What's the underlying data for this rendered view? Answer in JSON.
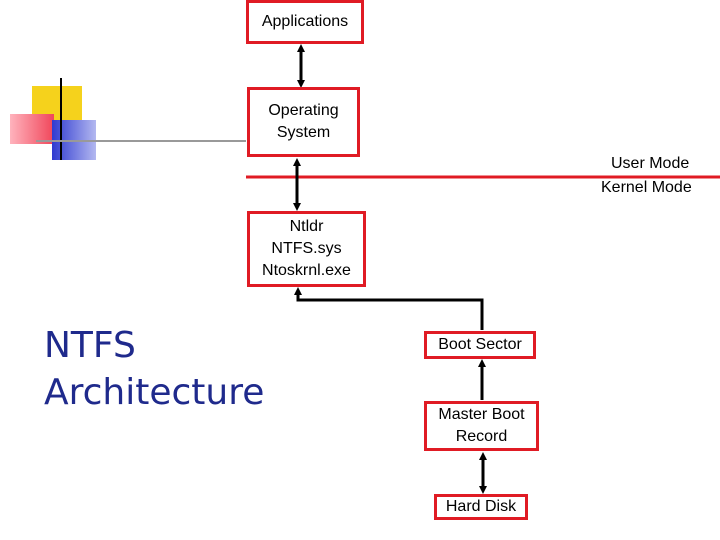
{
  "title": {
    "line1": "NTFS",
    "line2": "Architecture"
  },
  "mode_labels": {
    "user": "User Mode",
    "kernel": "Kernel Mode"
  },
  "boxes": {
    "applications": [
      "Applications"
    ],
    "operating_system": [
      "Operating",
      "System"
    ],
    "loaders": [
      "Ntldr",
      "NTFS.sys",
      "Ntoskrnl.exe"
    ],
    "boot_sector": [
      "Boot Sector"
    ],
    "master_boot_record": [
      "Master Boot",
      "Record"
    ],
    "hard_disk": [
      "Hard Disk"
    ]
  },
  "colors": {
    "box_border": "#e01b24",
    "title": "#1f2a8c",
    "mode_line": "#e01b24",
    "deco_yellow": "#f5d21c",
    "deco_red": "#f0465a",
    "deco_blue": "#2f3ad0"
  }
}
